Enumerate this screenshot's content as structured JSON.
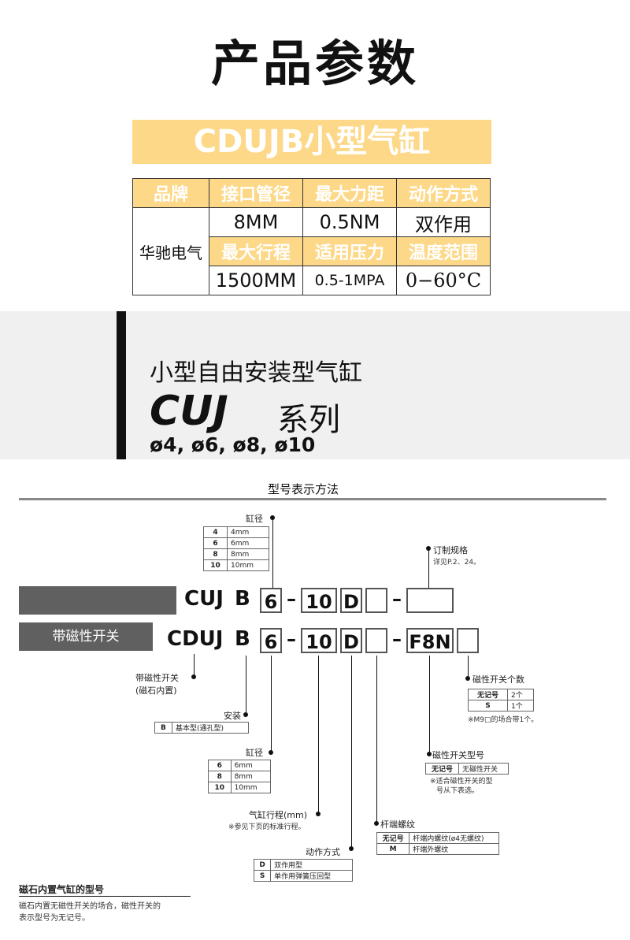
{
  "header": {
    "title": "产品参数",
    "banner": "CDUJB小型气缸"
  },
  "spec": {
    "brand_header": "品牌",
    "brand": "华驰电气",
    "row1_headers": [
      "接口管径",
      "最大力距",
      "动作方式"
    ],
    "row1_values": [
      "8MM",
      "0.5NM",
      "双作用"
    ],
    "row2_headers": [
      "最大行程",
      "适用压力",
      "温度范围"
    ],
    "row2_values": [
      "1500MM",
      "0.5-1MPA",
      "0−60°C"
    ]
  },
  "series": {
    "subtitle": "小型自由安装型气缸",
    "name": "CUJ",
    "name_suffix": "系列",
    "sizes": "ø4, ø6, ø8, ø10"
  },
  "model": {
    "section_title": "型号表示方法",
    "bore_label_top": "缸径",
    "bore_top": [
      [
        "4",
        "4mm"
      ],
      [
        "6",
        "6mm"
      ],
      [
        "8",
        "8mm"
      ],
      [
        "10",
        "10mm"
      ]
    ],
    "order_label": "订制规格",
    "order_note": "详见P.2、24。",
    "row1": {
      "prefix": "CUJ",
      "mount": "B",
      "bore": "6",
      "stroke": "10",
      "action": "D"
    },
    "row2": {
      "bar": "带磁性开关",
      "prefix": "CDUJ",
      "mount": "B",
      "bore": "6",
      "stroke": "10",
      "action": "D",
      "switch": "F8N"
    },
    "magnet_label": "带磁性开关",
    "magnet_sub": "(磁石内置)",
    "mount_label": "安装",
    "mount_table": [
      [
        "B",
        "基本型(通孔型)"
      ]
    ],
    "bore_label": "缸径",
    "bore_table": [
      [
        "6",
        "6mm"
      ],
      [
        "8",
        "8mm"
      ],
      [
        "10",
        "10mm"
      ]
    ],
    "stroke_label": "气缸行程(mm)",
    "stroke_note": "※参见下页的标准行程。",
    "action_label": "动作方式",
    "action_table": [
      [
        "D",
        "双作用型"
      ],
      [
        "S",
        "单作用弹簧压回型"
      ]
    ],
    "thread_label": "杆端螺纹",
    "thread_table": [
      [
        "无记号",
        "杆端内螺纹(ø4无螺纹)"
      ],
      [
        "M",
        "杆端外螺纹"
      ]
    ],
    "switch_type_label": "磁性开关型号",
    "switch_type_table": [
      [
        "无记号",
        "无磁性开关"
      ]
    ],
    "switch_type_note1": "※适合磁性开关的型",
    "switch_type_note2": "号从下表选。",
    "switch_count_label": "磁性开关个数",
    "switch_count_table": [
      [
        "无记号",
        "2个"
      ],
      [
        "S",
        "1个"
      ]
    ],
    "switch_count_note": "※M9□的场合带1个。",
    "footer_title": "磁石内置气缸的型号",
    "footer_note1": "磁石内置无磁性开关的场合，磁性开关的",
    "footer_note2": "表示型号为无记号。"
  }
}
